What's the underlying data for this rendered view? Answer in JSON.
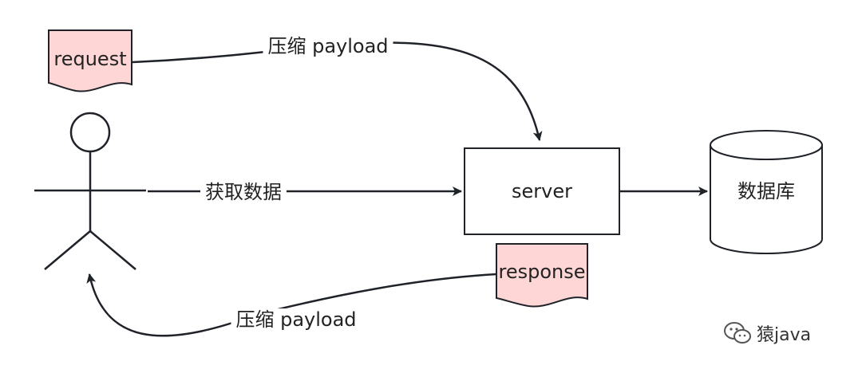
{
  "nodes": {
    "request": "request",
    "response": "response",
    "server": "server",
    "database": "数据库"
  },
  "edges": {
    "top_compress": "压缩 payload",
    "fetch": "获取数据",
    "bottom_compress": "压缩 payload"
  },
  "colors": {
    "doc_fill": "#ffd6d6",
    "stroke": "#1f2329"
  },
  "watermark": {
    "icon": "wechat-icon",
    "text": "猿java"
  }
}
